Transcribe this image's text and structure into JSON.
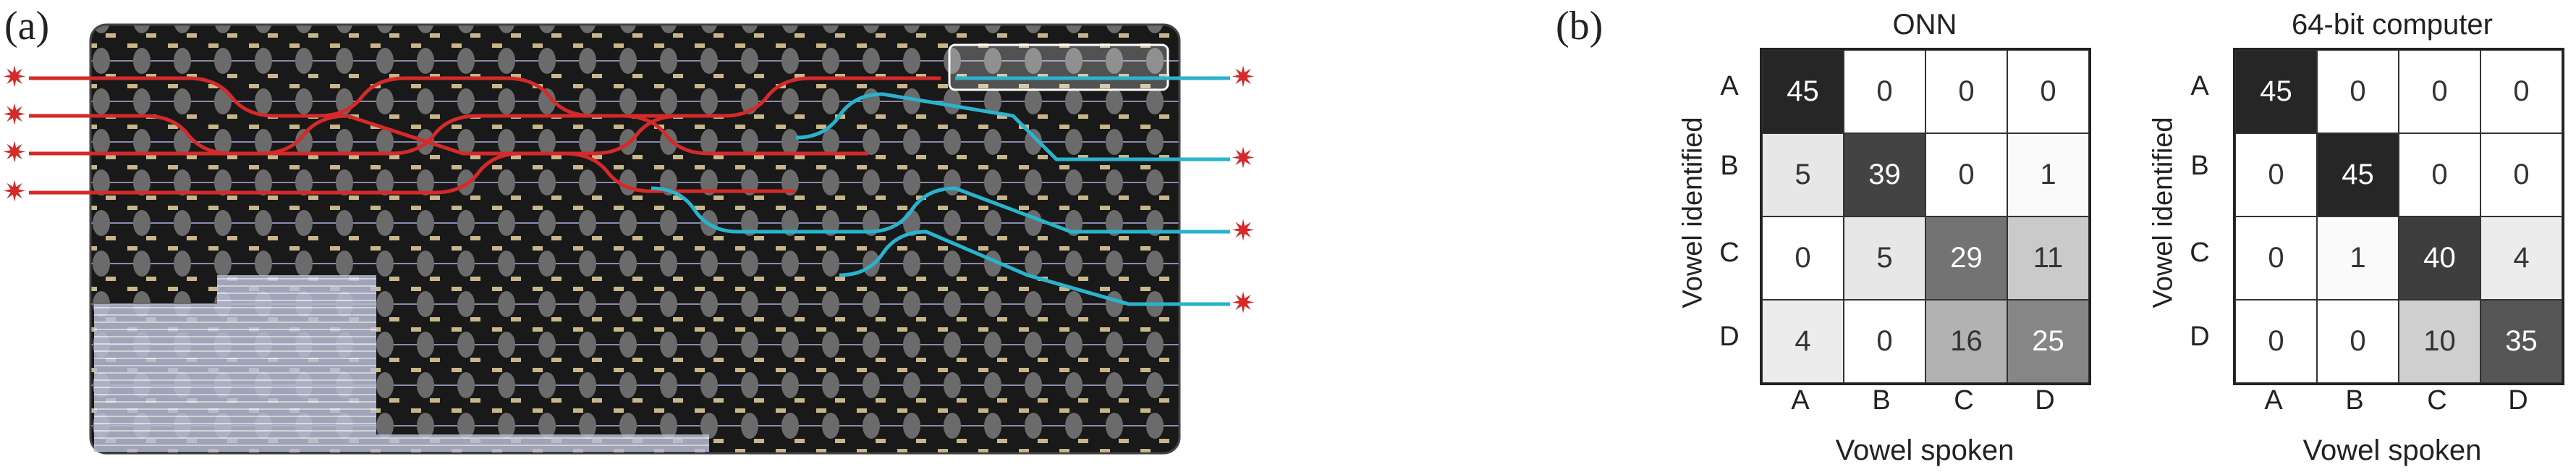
{
  "panel_a": {
    "label": "(a)"
  },
  "panel_b": {
    "label": "(b)"
  },
  "matrices": [
    {
      "title": "ONN",
      "ylabel": "Vowel identified",
      "xlabel": "Vowel spoken",
      "rows": [
        "A",
        "B",
        "C",
        "D"
      ],
      "cols": [
        "A",
        "B",
        "C",
        "D"
      ],
      "values": [
        [
          45,
          0,
          0,
          0
        ],
        [
          5,
          39,
          0,
          1
        ],
        [
          0,
          5,
          29,
          11
        ],
        [
          4,
          0,
          16,
          25
        ]
      ]
    },
    {
      "title": "64-bit computer",
      "ylabel": "Vowel identified",
      "xlabel": "Vowel spoken",
      "rows": [
        "A",
        "B",
        "C",
        "D"
      ],
      "cols": [
        "A",
        "B",
        "C",
        "D"
      ],
      "values": [
        [
          45,
          0,
          0,
          0
        ],
        [
          0,
          45,
          0,
          0
        ],
        [
          0,
          1,
          40,
          4
        ],
        [
          0,
          0,
          10,
          35
        ]
      ]
    }
  ],
  "colors": {
    "red_path": "#d42a2a",
    "blue_path": "#2ab3cc",
    "chip_bg": "#1b1b1b"
  },
  "icons": {
    "laser_input": "star-burst-icon"
  }
}
